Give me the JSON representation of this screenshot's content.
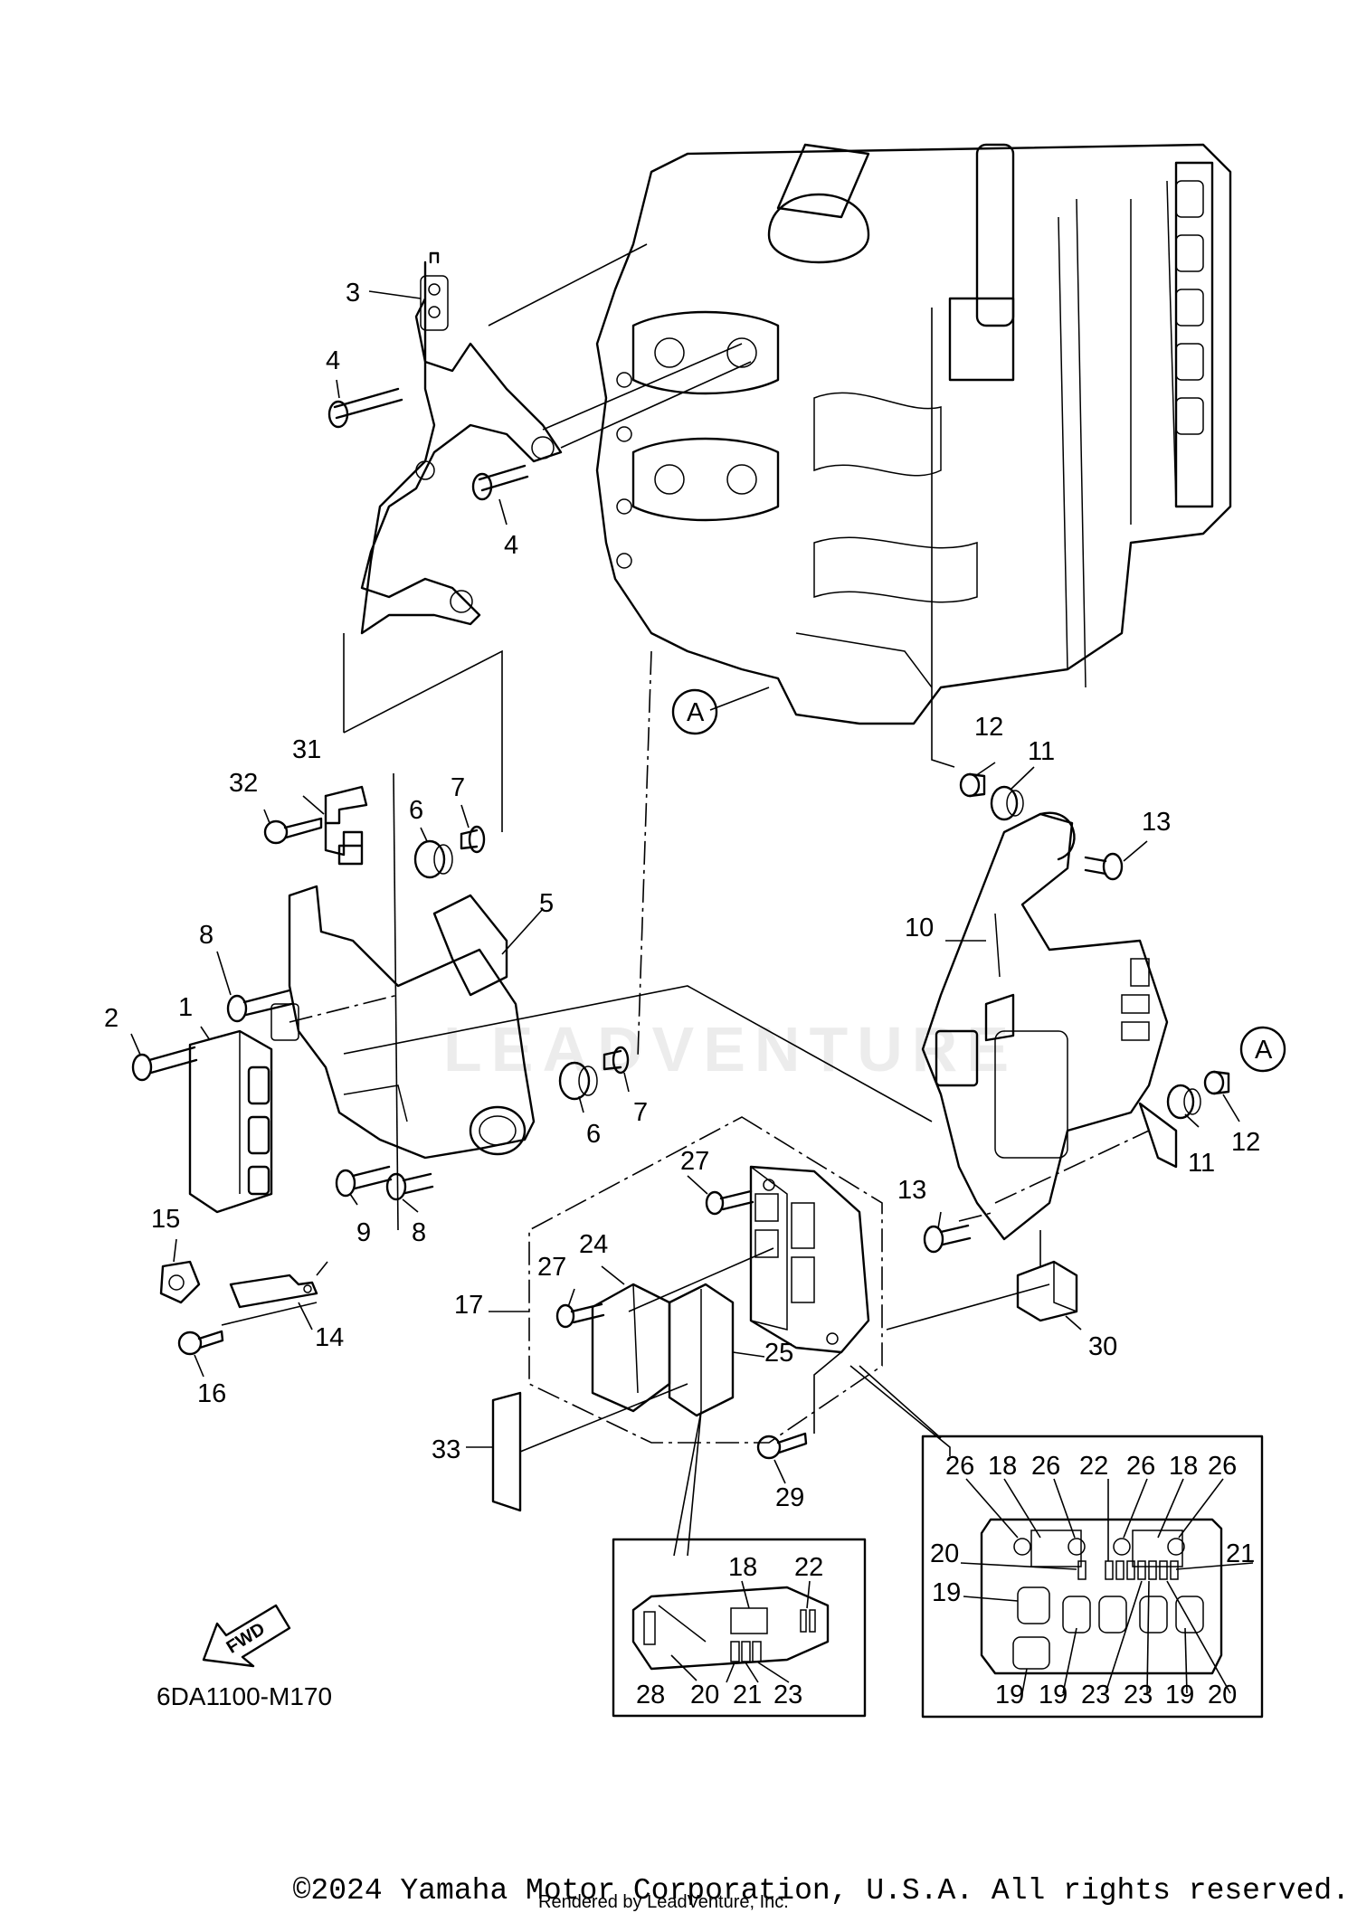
{
  "diagram": {
    "code": "6DA1100-M170",
    "fwd_label": "FWD",
    "ref_mark": "A",
    "watermark": "LEADVENTURE",
    "callouts": [
      {
        "id": "c1",
        "text": "1"
      },
      {
        "id": "c2",
        "text": "2"
      },
      {
        "id": "c3",
        "text": "3"
      },
      {
        "id": "c4a",
        "text": "4"
      },
      {
        "id": "c4b",
        "text": "4"
      },
      {
        "id": "c5",
        "text": "5"
      },
      {
        "id": "c6a",
        "text": "6"
      },
      {
        "id": "c6b",
        "text": "6"
      },
      {
        "id": "c7a",
        "text": "7"
      },
      {
        "id": "c7b",
        "text": "7"
      },
      {
        "id": "c8a",
        "text": "8"
      },
      {
        "id": "c8b",
        "text": "8"
      },
      {
        "id": "c9",
        "text": "9"
      },
      {
        "id": "c10",
        "text": "10"
      },
      {
        "id": "c11a",
        "text": "11"
      },
      {
        "id": "c11b",
        "text": "11"
      },
      {
        "id": "c12a",
        "text": "12"
      },
      {
        "id": "c12b",
        "text": "12"
      },
      {
        "id": "c13a",
        "text": "13"
      },
      {
        "id": "c13b",
        "text": "13"
      },
      {
        "id": "c14",
        "text": "14"
      },
      {
        "id": "c15",
        "text": "15"
      },
      {
        "id": "c16",
        "text": "16"
      },
      {
        "id": "c17",
        "text": "17"
      },
      {
        "id": "c24",
        "text": "24"
      },
      {
        "id": "c25",
        "text": "25"
      },
      {
        "id": "c27a",
        "text": "27"
      },
      {
        "id": "c27b",
        "text": "27"
      },
      {
        "id": "c29",
        "text": "29"
      },
      {
        "id": "c30",
        "text": "30"
      },
      {
        "id": "c31",
        "text": "31"
      },
      {
        "id": "c32",
        "text": "32"
      },
      {
        "id": "c33",
        "text": "33"
      }
    ],
    "inset_left": [
      {
        "id": "l18",
        "text": "18"
      },
      {
        "id": "l22",
        "text": "22"
      },
      {
        "id": "l28",
        "text": "28"
      },
      {
        "id": "l20",
        "text": "20"
      },
      {
        "id": "l21",
        "text": "21"
      },
      {
        "id": "l23",
        "text": "23"
      }
    ],
    "inset_right": [
      {
        "id": "r26a",
        "text": "26"
      },
      {
        "id": "r18a",
        "text": "18"
      },
      {
        "id": "r26b",
        "text": "26"
      },
      {
        "id": "r22",
        "text": "22"
      },
      {
        "id": "r26c",
        "text": "26"
      },
      {
        "id": "r18b",
        "text": "18"
      },
      {
        "id": "r26d",
        "text": "26"
      },
      {
        "id": "r20a",
        "text": "20"
      },
      {
        "id": "r21",
        "text": "21"
      },
      {
        "id": "r19a",
        "text": "19"
      },
      {
        "id": "r19b",
        "text": "19"
      },
      {
        "id": "r19c",
        "text": "19"
      },
      {
        "id": "r23a",
        "text": "23"
      },
      {
        "id": "r23b",
        "text": "23"
      },
      {
        "id": "r19d",
        "text": "19"
      },
      {
        "id": "r20b",
        "text": "20"
      }
    ]
  },
  "footer": {
    "copyright": "©2024 Yamaha Motor Corporation, U.S.A. All rights reserved.",
    "rendered_by": "Rendered by LeadVenture, Inc."
  }
}
